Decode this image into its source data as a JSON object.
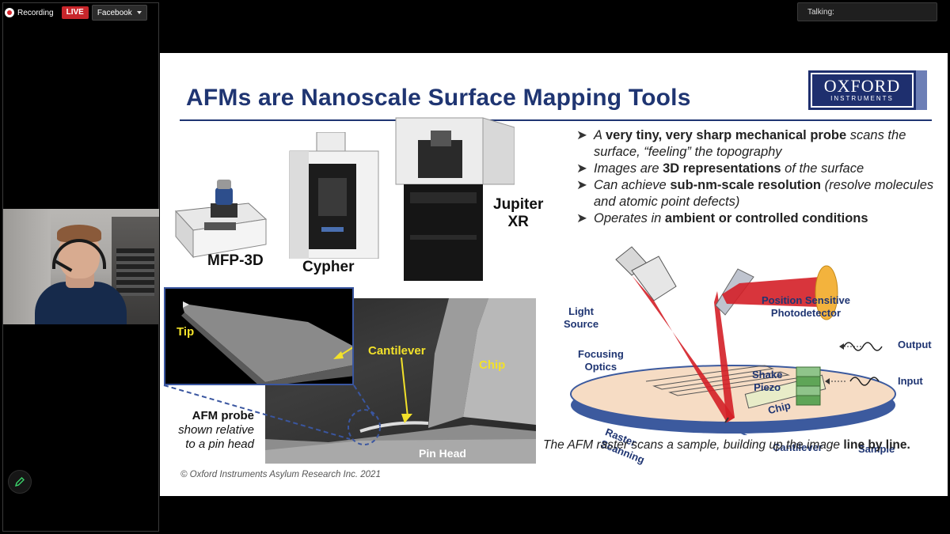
{
  "topbar": {
    "recording_label": "Recording",
    "live_badge": "LIVE",
    "destination": "Facebook"
  },
  "talking_label": "Talking:",
  "slide": {
    "title": "AFMs are Nanoscale Surface Mapping Tools",
    "logo": {
      "word": "OXFORD",
      "sub": "INSTRUMENTS"
    },
    "instruments": {
      "mfp3d": "MFP-3D",
      "cypher": "Cypher",
      "jupiter_line1": "Jupiter",
      "jupiter_line2": "XR"
    },
    "bullets": [
      {
        "pre": "A ",
        "bold": "very tiny, very sharp mechanical probe",
        "post": " scans the surface, “feeling” the topography"
      },
      {
        "pre": "Images are ",
        "bold": "3D representations",
        "post": " of the surface"
      },
      {
        "pre": "Can achieve ",
        "bold": "sub-nm-scale resolution",
        "post": " (resolve molecules and atomic point defects)"
      },
      {
        "pre": "Operates in ",
        "bold": "ambient or controlled conditions",
        "post": ""
      }
    ],
    "sem": {
      "tip": "Tip",
      "cantilever": "Cantilever",
      "chip": "Chip",
      "pin_head": "Pin Head",
      "probe_bold": "AFM probe",
      "probe_line2": "shown relative",
      "probe_line3": "to a pin head"
    },
    "diagram": {
      "light": "Light",
      "source": "Source",
      "focusing": "Focusing",
      "optics": "Optics",
      "psd_line1": "Position Sensitive",
      "psd_line2": "Photodetector",
      "output": "Output",
      "input": "Input",
      "shake": "Shake",
      "piezo": "Piezo",
      "chip": "Chip",
      "cantilever": "Cantilever",
      "sample": "Sample",
      "raster": "Raster",
      "scanning": "Scanning"
    },
    "caption": {
      "pre": "The AFM raster scans a sample, building up the image ",
      "bold": "line by line."
    },
    "copyright": "© Oxford Instruments Asylum Research Inc. 2021"
  },
  "colors": {
    "title_blue": "#1f3572",
    "live_red": "#c8262b",
    "laser_red": "#d8202a",
    "sem_yellow": "#f2e12a"
  }
}
